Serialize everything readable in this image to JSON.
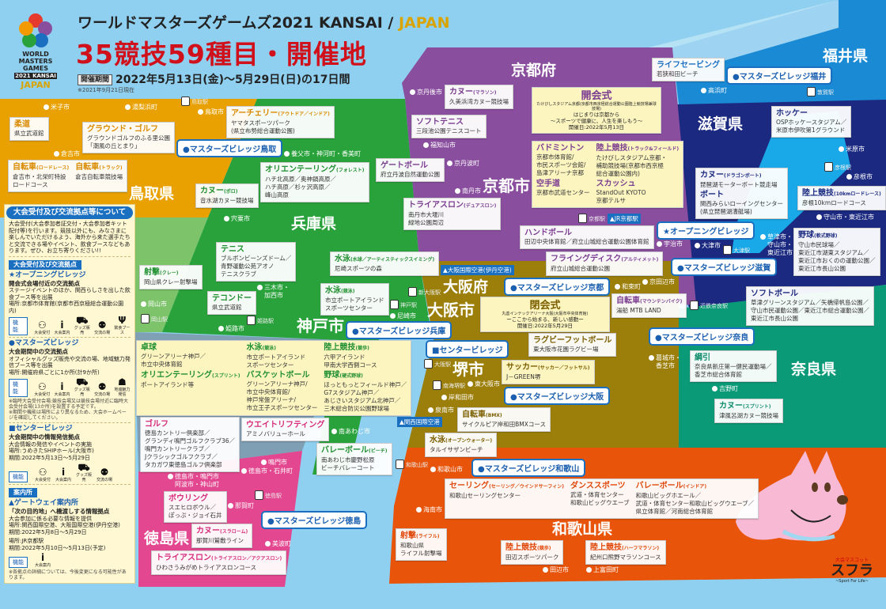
{
  "header": {
    "title_ja": "ワールドマスターズゲームズ2021 KANSAI",
    "title_sep": " / ",
    "title_jp": "JAPAN",
    "headline": "35競技59種目・開催地",
    "period_tag": "開催期間",
    "period": "2022年5月13日(金)～5月29日(日)の17日間",
    "as_of": "※2021年9月21日現在",
    "logo_lines": [
      "WORLD",
      "MASTERS",
      "GAMES"
    ],
    "logo_year": "2021 KANSAI",
    "logo_jp": "JAPAN"
  },
  "colors": {
    "tottori": "#e8a100",
    "hyogo": "#2aa23c",
    "okayama": "#7cc36a",
    "kyoto": "#8a4e9e",
    "osaka": "#9c7f0b",
    "shiga": "#1b2a80",
    "fukui": "#1a8ad4",
    "nara": "#0b9a78",
    "wakayama": "#e8540a",
    "tokushima": "#e3478f",
    "kagawa": "#7f9fb5",
    "village": "#1a6fc0"
  },
  "info_panel": {
    "title": "大会受付及び交流拠点等について",
    "intro": "大会受付(大会参加者証交付・大会参加者キット配付等)を行います。競技以外にも、みなさまに楽しんでいただけるよう、海外から来た選手たちと交流できる場やイベント、飲食ブースなどもあります。ぜひ、お立ち寄りください!!",
    "section1": "大会受付及び交流拠点",
    "opening": {
      "title": "★オープニングビレッジ",
      "lead": "開会式会場付近の交流拠点",
      "desc": "ステージイベントのほか、関西らしさを出した飲食ブース等を出展",
      "place": "場所:京都市体育館(京都市西京極総合運動公園内)"
    },
    "masters": {
      "title": "●マスターズビレッジ",
      "lead": "大会期間中の交流拠点",
      "desc": "オフィシャルグッズ販売や交流の場、地域魅力発信ブース等を出展",
      "place": "場所:開催府県ごとに1か所(計9か所)",
      "note1": "※臨時大会受付会場:競技会場又は競技会場付近に臨時大会受付会場(13か所)を設置する予定です。",
      "note2": "※期間や機能は場所により異なるため、大会ホームページを確認してください。"
    },
    "center": {
      "title": "■センタービレッジ",
      "lead": "大会期間中の情報発信拠点",
      "desc": "大会情報の発信やイベントの実施",
      "place": "場所:うめきたSHIPホール(大阪市)",
      "period": "期間:2022年5月13日～5月29日"
    },
    "section2": "案内所",
    "gateway": {
      "title": "▲ゲートウェイ案内所",
      "lead": "「次の目的地」へ橋渡しする情報拠点",
      "desc": "大会参加に係る必要な情報を提供",
      "place1": "場所:関西国際空港、大阪国際空港(伊丹空港)",
      "period1": "期間:2022年5月8日～5月29日",
      "place2": "場所:JR京都駅",
      "period2": "期間:2022年5月10日～5月13日(予定)"
    },
    "func_label": "機能",
    "funcs": {
      "reception": "大会受付",
      "info": "大会案内",
      "goods": "グッズ販売",
      "exchange": "交流の場",
      "food": "飲食ブース",
      "local": "地域魅力発信"
    },
    "footer": "※各拠点の詳細については、今後変更になる可能性があります。"
  },
  "prefectures": [
    "鳥取県",
    "兵庫県",
    "京都府",
    "大阪府",
    "滋賀県",
    "福井県",
    "奈良県",
    "和歌山県",
    "徳島県"
  ],
  "big_cities": [
    "神戸市",
    "京都市",
    "大阪市",
    "堺市"
  ],
  "cities": [
    "米子市",
    "湯梨浜町",
    "倉吉市",
    "鳥取市",
    "養父市・神河町・香美町",
    "宍粟市",
    "三木市・\n加西市",
    "姫路市",
    "尼崎市",
    "南あわじ市",
    "岡山市",
    "京丹後市",
    "福知山市",
    "京丹波町",
    "南丹市",
    "宇治市",
    "京田辺市",
    "和束町",
    "東大阪市",
    "岸和田市",
    "泉南市",
    "高浜町",
    "米原市",
    "彦根市",
    "大津市",
    "守山市・東近江市",
    "草津市・\n守山市・\n東近江市",
    "葛城市・\n香芝市",
    "吉野町",
    "和歌山市",
    "海南市",
    "田辺市",
    "上富田町",
    "徳島市・鳴門市\n阿波市・神山町",
    "鳴門市",
    "徳島市・石井町",
    "那賀町",
    "美波町"
  ],
  "stations": [
    "鳥取駅",
    "岡山駅",
    "姫路駅",
    "神戸駅",
    "京都駅",
    "新大阪駅",
    "大阪駅",
    "南海堺駅",
    "和歌山駅",
    "徳島駅",
    "大津駅",
    "彦根駅",
    "敦賀駅",
    "近鉄奈良駅"
  ],
  "gateways": [
    "▲JR京都駅",
    "▲大阪国際空港(伊丹空港)",
    "▲関西国際空港"
  ],
  "villages": [
    "●マスターズビレッジ鳥取",
    "●マスターズビレッジ兵庫",
    "●マスターズビレッジ京都",
    "★オープニングビレッジ",
    "■センタービレッジ",
    "●マスターズビレッジ大阪",
    "●マスターズビレッジ和歌山",
    "●マスターズビレッジ徳島",
    "●マスターズビレッジ福井",
    "●マスターズビレッジ滋賀",
    "●マスターズビレッジ奈良"
  ],
  "opening_ceremony": {
    "title": "開会式",
    "venue": "たけびしスタジアム京都(京都市西京極総合運動公園陸上競技場兼球技場)",
    "slogan": "はじまりは京都から\n～スポーツで健康に、人生を楽しもう～",
    "date": "開催日:2022年5月13日"
  },
  "closing_ceremony": {
    "title": "閉会式",
    "venue": "丸善インテックアリーナ大阪(大阪市中央体育館)",
    "slogan": "ーここから始まる、新しい感動ー",
    "date": "開催日:2022年5月29日"
  },
  "boxes": [
    {
      "pref": "tottori",
      "items": [
        {
          "sport": "柔道",
          "sub": "",
          "venue": "県立武道館"
        }
      ]
    },
    {
      "pref": "tottori",
      "items": [
        {
          "sport": "グラウンド・ゴルフ",
          "sub": "",
          "venue": "グラウンドゴルフのふる里公園\n「潮風の丘とまり」"
        }
      ]
    },
    {
      "pref": "tottori",
      "items": [
        {
          "sport": "自転車",
          "sub": "(ロードレース)",
          "venue": "倉吉市・北栄町特設\nロードコース"
        },
        {
          "sport": "自転車",
          "sub": "(トラック)",
          "venue": "倉吉自転車競技場"
        }
      ]
    },
    {
      "pref": "tottori",
      "items": [
        {
          "sport": "アーチェリー",
          "sub": "(アウトドア／インドア)",
          "venue": "ヤマタスポーツパーク\n(県立布勢総合運動公園)"
        }
      ]
    },
    {
      "pref": "hyogo",
      "items": [
        {
          "sport": "カヌー",
          "sub": "(ポロ)",
          "venue": "音水湖カヌー競技場"
        }
      ]
    },
    {
      "pref": "hyogo",
      "items": [
        {
          "sport": "オリエンテーリング",
          "sub": "(フォレスト)",
          "venue": "ハチ北高原／奥神鍋高原／\nハチ高原／杉ヶ沢高原／\n峰山高原"
        }
      ]
    },
    {
      "pref": "hyogo",
      "items": [
        {
          "sport": "テニス",
          "sub": "",
          "venue": "ブルボンビーンズドーム／\n青野運動公苑アオノ\nテニスクラブ"
        }
      ]
    },
    {
      "pref": "hyogo",
      "items": [
        {
          "sport": "テコンドー",
          "sub": "",
          "venue": "県立武道館"
        }
      ]
    },
    {
      "pref": "hyogo",
      "items": [
        {
          "sport": "射撃",
          "sub": "(クレー)",
          "venue": "岡山県クレー射撃場"
        }
      ]
    },
    {
      "pref": "hyogo",
      "items": [
        {
          "sport": "水泳",
          "sub": "(水球／アーティスティックスイミング)",
          "venue": "尼崎スポーツの森"
        }
      ]
    },
    {
      "pref": "hyogo",
      "items": [
        {
          "sport": "水泳",
          "sub": "(競泳)",
          "venue": "市立ポートアイランド\nスポーツセンター"
        }
      ]
    },
    {
      "pref": "hyogo",
      "yellow": true,
      "items": [
        {
          "sport": "卓球",
          "sub": "",
          "venue": "グリーンアリーナ神戸／\n市立中央体育館"
        },
        {
          "sport": "水泳",
          "sub": "(競泳)",
          "venue": "市立ポートアイランド\nスポーツセンター"
        },
        {
          "sport": "陸上競技",
          "sub": "(競歩)",
          "venue": "六甲アイランド\n甲南大学西側コース"
        },
        {
          "sport": "オリエンテーリング",
          "sub": "(スプリント)",
          "venue": "ポートアイランド等"
        },
        {
          "sport": "バスケットボール",
          "sub": "",
          "venue": "グリーンアリーナ神戸/\n市立中央体育館/\n神戸常盤アリーナ/\n市立王子スポーツセンター"
        },
        {
          "sport": "野球",
          "sub": "(硬式野球)",
          "venue": "ほっともっとフィールド神戸／\nG7スタジアム神戸／\nあじさいスタジアム北神戸／\n三木総合防災公園野球場"
        }
      ]
    },
    {
      "pref": "hyogo",
      "items": [
        {
          "sport": "バレーボール",
          "sub": "(ビーチ)",
          "venue": "南あわじ市慶野松原\nビーチバレーコート"
        }
      ]
    },
    {
      "pref": "kyoto",
      "items": [
        {
          "sport": "カヌー",
          "sub": "(マラソン)",
          "venue": "久美浜湾カヌー競技場"
        }
      ]
    },
    {
      "pref": "kyoto",
      "items": [
        {
          "sport": "ソフトテニス",
          "sub": "",
          "venue": "三段池公園テニスコート"
        }
      ]
    },
    {
      "pref": "kyoto",
      "items": [
        {
          "sport": "ゲートボール",
          "sub": "",
          "venue": "府立丹波自然運動公園"
        }
      ]
    },
    {
      "pref": "kyoto",
      "items": [
        {
          "sport": "トライアスロン",
          "sub": "(デュアスロン)",
          "venue": "南丹市大堰川\n緑地公園周辺"
        }
      ]
    },
    {
      "pref": "kyoto",
      "yellow": true,
      "items": [
        {
          "sport": "バドミントン",
          "sub": "",
          "venue": "京都市体育館/\n市民スポーツ会館/\n島津アリーナ京都"
        },
        {
          "sport": "陸上競技",
          "sub": "(トラック&フィールド)",
          "venue": "たけびしスタジアム京都・\n補助競技場(京都市西京極\n総合運動公園内)"
        },
        {
          "sport": "空手道",
          "sub": "",
          "venue": "京都市武道センター"
        },
        {
          "sport": "スカッシュ",
          "sub": "",
          "venue": "StandOut KYOTO\n京都テルサ"
        }
      ]
    },
    {
      "pref": "kyoto",
      "items": [
        {
          "sport": "フライングディスク",
          "sub": "(アルティメット)",
          "venue": "府立山城総合運動公園"
        }
      ]
    },
    {
      "pref": "kyoto",
      "items": [
        {
          "sport": "ハンドボール",
          "sub": "",
          "venue": "田辺中央体育館／府立山城総合運動公園体育館"
        }
      ]
    },
    {
      "pref": "kyoto",
      "items": [
        {
          "sport": "自転車",
          "sub": "(マウンテンバイク)",
          "venue": "湯船 MTB LAND"
        }
      ]
    },
    {
      "pref": "osaka",
      "items": [
        {
          "sport": "ラグビーフットボール",
          "sub": "",
          "venue": "東大阪市花園ラグビー場"
        }
      ]
    },
    {
      "pref": "osaka",
      "yellow": true,
      "items": [
        {
          "sport": "サッカー",
          "sub": "(サッカー／フットサル)",
          "venue": "J－GREEN堺"
        }
      ]
    },
    {
      "pref": "osaka",
      "items": [
        {
          "sport": "自転車",
          "sub": "(BMX)",
          "venue": "サイクルピア岸和田BMXコース"
        }
      ]
    },
    {
      "pref": "osaka",
      "items": [
        {
          "sport": "水泳",
          "sub": "(オープンウォーター)",
          "venue": "タルイサザンビーチ"
        }
      ]
    },
    {
      "pref": "fukui",
      "items": [
        {
          "sport": "ライフセービング",
          "sub": "",
          "venue": "若狭和田ビーチ"
        }
      ]
    },
    {
      "pref": "shiga",
      "items": [
        {
          "sport": "ホッケー",
          "sub": "",
          "venue": "OSPホッケースタジアム／\n米原市伊吹第1グラウンド"
        }
      ]
    },
    {
      "pref": "shiga",
      "items": [
        {
          "sport": "カヌー",
          "sub": "(ドラゴンボート)",
          "venue": "琵琶湖モーターボート競走場"
        },
        {
          "sport": "ボート",
          "sub": "",
          "venue": "関西みらいローイングセンター\n(県立琵琶湖漕艇場)"
        }
      ]
    },
    {
      "pref": "shiga",
      "items": [
        {
          "sport": "陸上競技",
          "sub": "(10kmロードレース)",
          "venue": "彦根10kmロードコース"
        }
      ]
    },
    {
      "pref": "shiga",
      "items": [
        {
          "sport": "野球",
          "sub": "(軟式野球)",
          "venue": "守山市民球場／\n東近江市湖東スタジアム／\n東近江市おくのの運動公園／\n東近江市長山公園"
        }
      ]
    },
    {
      "pref": "shiga",
      "items": [
        {
          "sport": "ソフトボール",
          "sub": "",
          "venue": "草津グリーンスタジアム／矢橋帰帆島公園／\n守山市民運動公園／東近江市総合運動公園／\n東近江市長山公園"
        }
      ]
    },
    {
      "pref": "nara",
      "items": [
        {
          "sport": "綱引",
          "sub": "",
          "venue": "奈良県新庄第一健民運動場／\n香芝市総合体育館"
        }
      ]
    },
    {
      "pref": "nara",
      "items": [
        {
          "sport": "カヌー",
          "sub": "(スプリント)",
          "venue": "津風呂湖カヌー競技場"
        }
      ]
    },
    {
      "pref": "wakayama",
      "items": [
        {
          "sport": "セーリング",
          "sub": "(セーリング／ウインドサーフィン)",
          "venue": "和歌山セーリングセンター"
        },
        {
          "sport": "ダンススポーツ",
          "sub": "",
          "venue": "武道・体育センター\n和歌山ビッグウエーブ"
        },
        {
          "sport": "バレーボール",
          "sub": "(インドア)",
          "venue": "和歌山ビッグホエール／\n武道・体育センター和歌山ビッグウエーブ／\n県立体育館／河南総合体育館"
        }
      ]
    },
    {
      "pref": "wakayama",
      "items": [
        {
          "sport": "射撃",
          "sub": "(ライフル)",
          "venue": "和歌山県\nライフル射撃場"
        }
      ]
    },
    {
      "pref": "wakayama",
      "items": [
        {
          "sport": "陸上競技",
          "sub": "(競歩)",
          "venue": "田辺スポーツパーク"
        }
      ]
    },
    {
      "pref": "wakayama",
      "items": [
        {
          "sport": "陸上競技",
          "sub": "(ハーフマラソン)",
          "venue": "紀州口熊野マラソンコース"
        }
      ]
    },
    {
      "pref": "tokushima",
      "items": [
        {
          "sport": "ゴルフ",
          "sub": "",
          "venue": "徳島カントリー倶楽部／\nグランディ鳴門ゴルフクラブ36／\n鳴門カントリークラブ／\nJクラシックゴルフクラブ／\nタカガワ東徳島ゴルフ倶楽部"
        }
      ]
    },
    {
      "pref": "tokushima",
      "items": [
        {
          "sport": "ウエイトリフティング",
          "sub": "",
          "venue": "アミノバリューホール"
        }
      ]
    },
    {
      "pref": "tokushima",
      "items": [
        {
          "sport": "ボウリング",
          "sub": "",
          "venue": "スエヒロボウル／\nぽっぷ・ジョイ石井"
        }
      ]
    },
    {
      "pref": "tokushima",
      "items": [
        {
          "sport": "カヌー",
          "sub": "(スラローム)",
          "venue": "那賀川鷲敷ライン"
        }
      ]
    },
    {
      "pref": "tokushima",
      "items": [
        {
          "sport": "トライアスロン",
          "sub": "(トライアスロン／アクアスロン)",
          "venue": "ひわさうみがめトライアスロンコース"
        }
      ]
    }
  ],
  "mascot": {
    "caption": "大会マスコット",
    "name": "スフラ",
    "tagline": "~Sport For Life~"
  }
}
